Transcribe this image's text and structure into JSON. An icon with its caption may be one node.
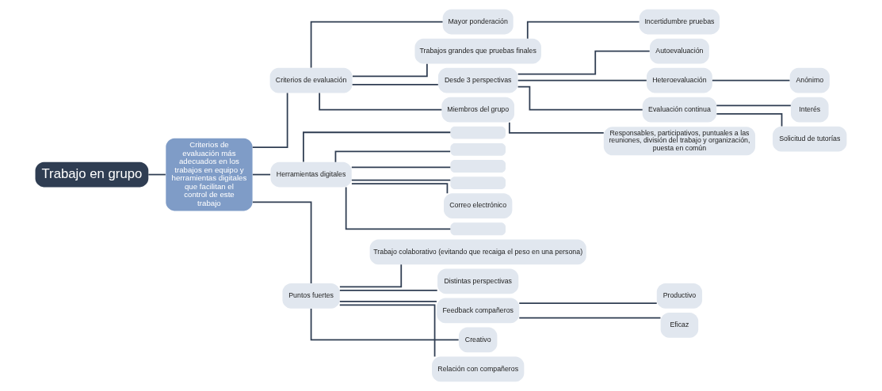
{
  "diagram": {
    "nodes": [
      {
        "text": [
          "Trabajo en grupo"
        ]
      },
      {
        "text": [
          "Criterios de evaluación más adecuados en los trabajos en equipo y herramientas digitales que facilitan el control de este trabajo"
        ]
      },
      {
        "text": [
          "Criterios de evaluación"
        ]
      },
      {
        "text": [
          "Mayor ponderación"
        ]
      },
      {
        "text": [
          "Trabajos grandes que pruebas finales"
        ]
      },
      {
        "text": [
          "Incertidumbre pruebas"
        ]
      },
      {
        "text": [
          "Desde 3 perspectivas"
        ]
      },
      {
        "text": [
          "Autoevaluación"
        ]
      },
      {
        "text": [
          "Heteroevaluación"
        ]
      },
      {
        "text": [
          "Anónimo"
        ]
      },
      {
        "text": [
          "Evaluación continua"
        ]
      },
      {
        "text": [
          "Interés"
        ]
      },
      {
        "text": [
          "Solicitud de tutorías"
        ]
      },
      {
        "text": [
          "Miembros del grupo"
        ]
      },
      {
        "text": [
          "Responsables, participativos, puntuales a las reuniones, división del trabajo y organización, puesta en común"
        ]
      },
      {
        "text": [
          "Herramientas digitales"
        ]
      },
      {
        "text": [],
        "shape": "box"
      },
      {
        "text": [],
        "shape": "box"
      },
      {
        "text": [],
        "shape": "box"
      },
      {
        "text": [],
        "shape": "box"
      },
      {
        "text": [
          "Correo electrónico"
        ]
      },
      {
        "text": [],
        "shape": "box"
      },
      {
        "text": [
          "Puntos fuertes"
        ]
      },
      {
        "text": [
          "Trabajo colaborativo (evitando que recaiga el peso en una persona)"
        ]
      },
      {
        "text": [
          "Distintas perspectivas"
        ]
      },
      {
        "text": [
          "Feedback compañeros"
        ]
      },
      {
        "text": [
          "Productivo"
        ]
      },
      {
        "text": [
          "Eficaz"
        ]
      },
      {
        "text": [
          "Creativo"
        ]
      },
      {
        "text": [
          "Relación con compañeros"
        ]
      }
    ],
    "edges": [
      {
        "from": 0,
        "to": 1,
        "arrow": "none"
      },
      {
        "from": 1,
        "to": 2,
        "arrow": "none"
      },
      {
        "from": 2,
        "to": 3,
        "arrow": "none"
      },
      {
        "from": 2,
        "to": 4,
        "arrow": "none"
      },
      {
        "from": 4,
        "to": 5,
        "arrow": "none"
      },
      {
        "from": 2,
        "to": 6,
        "arrow": "none"
      },
      {
        "from": 6,
        "to": 7,
        "arrow": "none"
      },
      {
        "from": 6,
        "to": 8,
        "arrow": "none"
      },
      {
        "from": 8,
        "to": 9,
        "arrow": "none"
      },
      {
        "from": 6,
        "to": 10,
        "arrow": "none"
      },
      {
        "from": 10,
        "to": 11,
        "arrow": "none"
      },
      {
        "from": 10,
        "to": 12,
        "arrow": "none"
      },
      {
        "from": 2,
        "to": 13,
        "arrow": "none"
      },
      {
        "from": 13,
        "to": 14,
        "arrow": "none"
      },
      {
        "from": 1,
        "to": 15,
        "arrow": "none"
      },
      {
        "from": 15,
        "to": 16,
        "arrow": "none"
      },
      {
        "from": 15,
        "to": 17,
        "arrow": "none"
      },
      {
        "from": 15,
        "to": 18,
        "arrow": "none"
      },
      {
        "from": 15,
        "to": 19,
        "arrow": "none"
      },
      {
        "from": 15,
        "to": 20,
        "arrow": "none"
      },
      {
        "from": 15,
        "to": 21,
        "arrow": "none"
      },
      {
        "from": 1,
        "to": 22,
        "arrow": "none"
      },
      {
        "from": 22,
        "to": 23,
        "arrow": "none"
      },
      {
        "from": 22,
        "to": 24,
        "arrow": "none"
      },
      {
        "from": 22,
        "to": 25,
        "arrow": "none"
      },
      {
        "from": 25,
        "to": 26,
        "arrow": "none"
      },
      {
        "from": 25,
        "to": 27,
        "arrow": "none"
      },
      {
        "from": 22,
        "to": 28,
        "arrow": "none"
      },
      {
        "from": 22,
        "to": 29,
        "arrow": "none"
      }
    ]
  }
}
